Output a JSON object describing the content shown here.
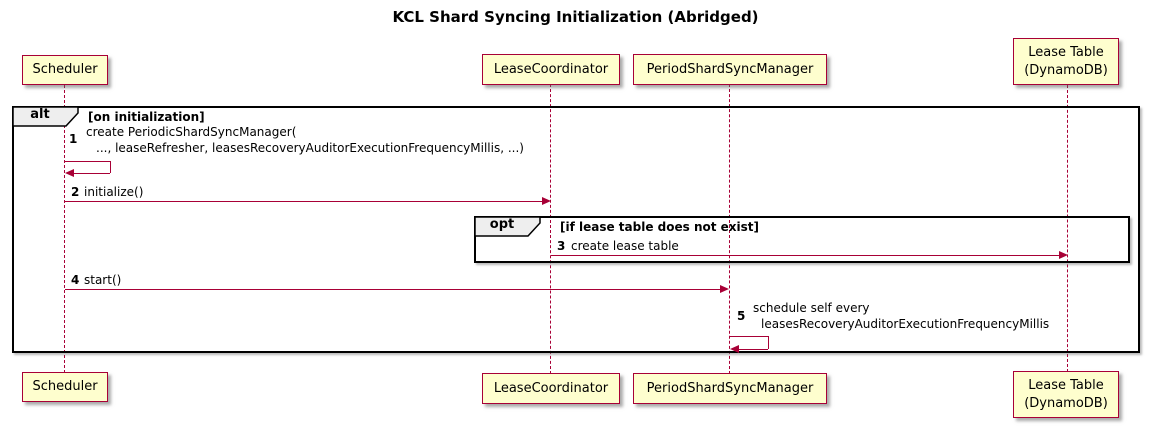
{
  "title": "KCL Shard Syncing Initialization (Abridged)",
  "colors": {
    "participant_fill": "#FEFECE",
    "participant_border": "#A80036",
    "arrow": "#A80036",
    "frame_border": "#000000",
    "frame_label_fill": "#EEEEEE"
  },
  "participants": [
    {
      "id": "scheduler",
      "label": "Scheduler"
    },
    {
      "id": "lease-coordinator",
      "label": "LeaseCoordinator"
    },
    {
      "id": "period-shard-sync-manager",
      "label": "PeriodShardSyncManager"
    },
    {
      "id": "lease-table",
      "label": "Lease Table",
      "label2": "(DynamoDB)"
    }
  ],
  "frames": [
    {
      "type": "alt",
      "label": "alt",
      "guard": "[on initialization]"
    },
    {
      "type": "opt",
      "label": "opt",
      "guard": "[if lease table does not exist]"
    }
  ],
  "messages": [
    {
      "num": "1",
      "kind": "self",
      "from": "scheduler",
      "to": "scheduler",
      "text": "create PeriodicShardSyncManager(",
      "text2": "..., leaseRefresher, leasesRecoveryAuditorExecutionFrequencyMillis, ...)"
    },
    {
      "num": "2",
      "kind": "arrow",
      "from": "scheduler",
      "to": "lease-coordinator",
      "text": "initialize()"
    },
    {
      "num": "3",
      "kind": "arrow",
      "from": "lease-coordinator",
      "to": "lease-table",
      "text": "create lease table"
    },
    {
      "num": "4",
      "kind": "arrow",
      "from": "scheduler",
      "to": "period-shard-sync-manager",
      "text": "start()"
    },
    {
      "num": "5",
      "kind": "self",
      "from": "period-shard-sync-manager",
      "to": "period-shard-sync-manager",
      "text": "schedule self every",
      "text2": "leasesRecoveryAuditorExecutionFrequencyMillis"
    }
  ]
}
